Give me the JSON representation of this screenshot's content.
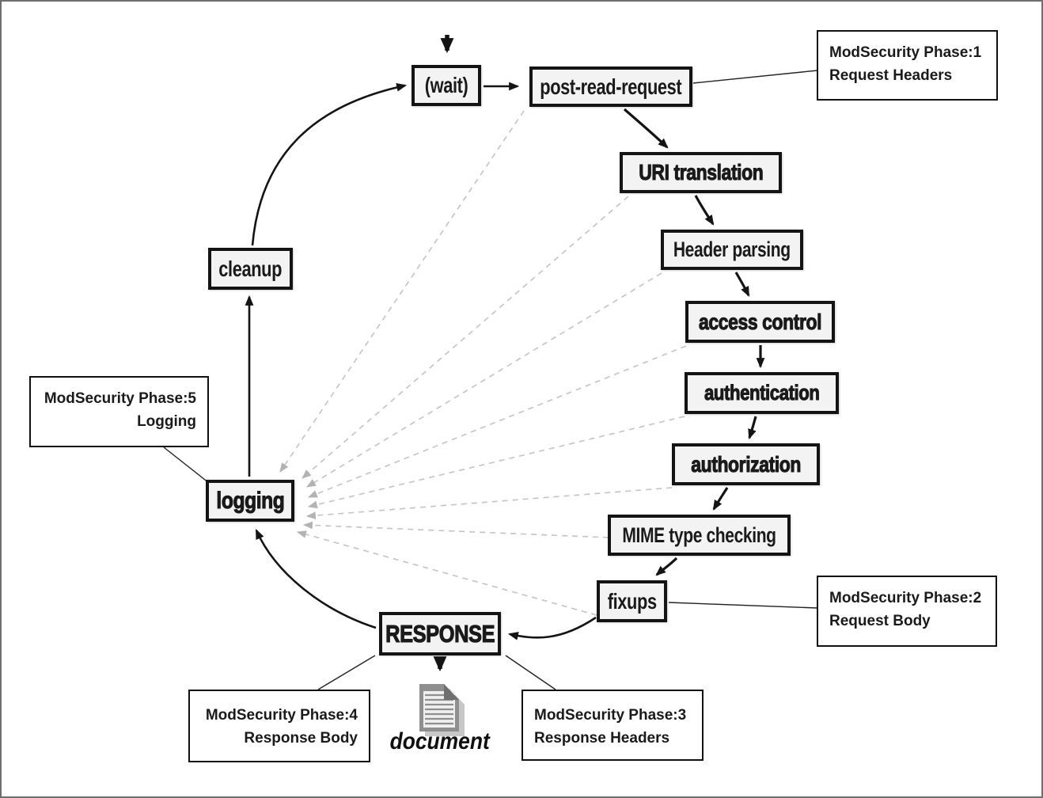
{
  "nodes": {
    "wait": {
      "label": "(wait)"
    },
    "post_read_request": {
      "label": "post-read-request"
    },
    "uri_translation": {
      "label": "URI translation"
    },
    "header_parsing": {
      "label": "Header parsing"
    },
    "access_control": {
      "label": "access control"
    },
    "authentication": {
      "label": "authentication"
    },
    "authorization": {
      "label": "authorization"
    },
    "mime_type_checking": {
      "label": "MIME type checking"
    },
    "fixups": {
      "label": "fixups"
    },
    "response": {
      "label": "RESPONSE"
    },
    "logging": {
      "label": "logging"
    },
    "cleanup": {
      "label": "cleanup"
    }
  },
  "callouts": {
    "phase1": {
      "line1": "ModSecurity Phase:1",
      "line2": "Request Headers"
    },
    "phase2": {
      "line1": "ModSecurity Phase:2",
      "line2": "Request Body"
    },
    "phase3": {
      "line1": "ModSecurity Phase:3",
      "line2": "Response Headers"
    },
    "phase4": {
      "line1": "ModSecurity Phase:4",
      "line2": "Response Body"
    },
    "phase5": {
      "line1": "ModSecurity Phase:5",
      "line2": "Logging"
    }
  },
  "document_label": "document",
  "colors": {
    "background": "#ffffff",
    "outer_border": "#6e6e6e",
    "node_fill": "#f3f3f3",
    "node_border": "#141414",
    "node_text": "#1a1a1a",
    "callout_border": "#111111",
    "callout_text": "#1a1a1a",
    "arrow": "#141414",
    "dashed_line": "#c6c6c6",
    "dashed_arrow": "#b3b3b3",
    "connector_line": "#222222",
    "doc_icon_gray": "#8f8f8f",
    "doc_icon_fold": "#6f6f6f",
    "doc_icon_shadow": "#c8c8c8",
    "doc_icon_page": "#efefef"
  }
}
